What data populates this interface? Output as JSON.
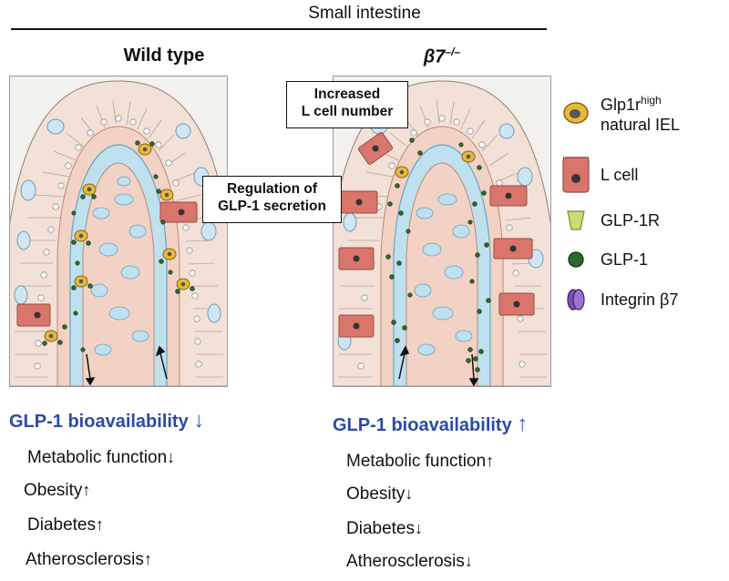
{
  "header": {
    "title": "Small intestine"
  },
  "columns": [
    {
      "title": "Wild type",
      "callout": [
        "Regulation of",
        "GLP-1 secretion"
      ],
      "bioavailability": {
        "label": "GLP-1 bioavailability",
        "direction": "down",
        "arrow": "↓",
        "color": "#2f55d4"
      },
      "outcomes": [
        {
          "label": "Metabolic function",
          "arrow": "↓"
        },
        {
          "label": "Obesity",
          "arrow": "↑"
        },
        {
          "label": "Diabetes",
          "arrow": "↑"
        },
        {
          "label": "Atherosclerosis",
          "arrow": "↑"
        }
      ]
    },
    {
      "title_main": "β7",
      "title_sup": "–/–",
      "callout": [
        "Increased",
        "L cell number"
      ],
      "bioavailability": {
        "label": "GLP-1 bioavailability",
        "direction": "up",
        "arrow": "↑",
        "color": "#2f55d4"
      },
      "outcomes": [
        {
          "label": "Metabolic function",
          "arrow": "↑"
        },
        {
          "label": "Obesity",
          "arrow": "↓"
        },
        {
          "label": "Diabetes",
          "arrow": "↓"
        },
        {
          "label": "Atherosclerosis",
          "arrow": "↓"
        }
      ]
    }
  ],
  "legend": [
    {
      "icon": "iel-cell-icon",
      "line1_main": "Glp1r",
      "line1_sup": "high",
      "line2": "natural IEL"
    },
    {
      "icon": "l-cell-icon",
      "line1_main": "L cell"
    },
    {
      "icon": "glp1r-icon",
      "line1_main": "GLP-1R"
    },
    {
      "icon": "glp1-icon",
      "line1_main": "GLP-1"
    },
    {
      "icon": "integrin-b7-icon",
      "line1_main": "Integrin β7"
    }
  ],
  "colors": {
    "l_cell": "#d9756b",
    "iel": "#e8b83a",
    "glp1": "#2e6b2a",
    "glp1r": "#c9dc7a",
    "integrin": "#7a4fb3",
    "lamina": "#f2d2c4",
    "lacteal": "#bfe0ef",
    "bioavailability_text": "#2c4aa6"
  }
}
